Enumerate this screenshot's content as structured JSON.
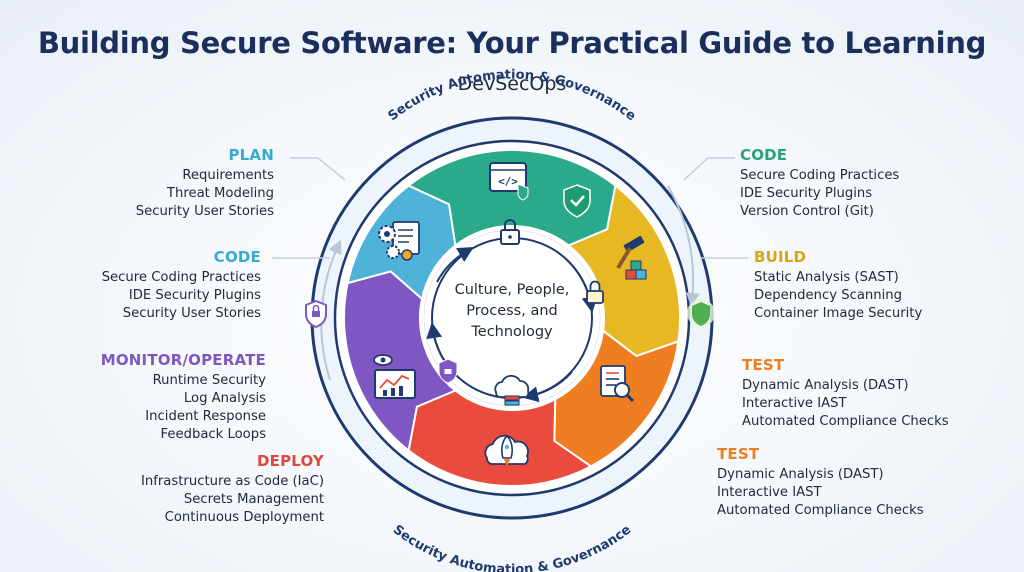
{
  "title": "Building Secure Software: Your Practical Guide to Learning",
  "subtitle": "DevSecOps",
  "ring_label_top": "Security Automation & Governance",
  "ring_label_bottom": "Security Automation & Governance",
  "center_text": [
    "Culture, People,",
    "Process, and",
    "Technology"
  ],
  "icons": [
    "gear-doc-icon",
    "code-window-icon",
    "shield-check-icon",
    "hammer-blocks-icon",
    "magnifier-checklist-icon",
    "rocket-cloud-icon",
    "dashboard-chart-icon",
    "lock-icon",
    "cloud-server-icon",
    "shield-lock-icon"
  ],
  "colors": {
    "plan": "#4fb3d9",
    "code": "#2aaa8a",
    "build": "#e8b824",
    "test": "#ef7d22",
    "deploy": "#e94b3c",
    "monitor": "#7e57c2",
    "title": "#1b2f5c"
  },
  "left_blocks": [
    {
      "heading": "PLAN",
      "color": "#3aa9cf",
      "items": [
        "Requirements",
        "Threat Modeling",
        "Security User Stories"
      ]
    },
    {
      "heading": "CODE",
      "color": "#3aa9cf",
      "items": [
        "Secure Coding Practices",
        "IDE Security Plugins",
        "Security User Stories"
      ]
    },
    {
      "heading": "MONITOR/OPERATE",
      "color": "#7e57c2",
      "items": [
        "Runtime Security",
        "Log Analysis",
        "Incident Response",
        "Feedback Loops"
      ]
    },
    {
      "heading": "DEPLOY",
      "color": "#e0483b",
      "items": [
        "Infrastructure as Code (IaC)",
        "Secrets Management",
        "Continuous Deployment"
      ]
    }
  ],
  "right_blocks": [
    {
      "heading": "CODE",
      "color": "#2aa07f",
      "items": [
        "Secure Coding Practices",
        "IDE Security Plugins",
        "Version Control (Git)"
      ]
    },
    {
      "heading": "BUILD",
      "color": "#d9a514",
      "items": [
        "Static Analysis (SAST)",
        "Dependency Scanning",
        "Container Image Security"
      ]
    },
    {
      "heading": "TEST",
      "color": "#ef7d22",
      "items": [
        "Dynamic Analysis (DAST)",
        "Interactive IAST",
        "Automated Compliance Checks"
      ]
    },
    {
      "heading": "TEST",
      "color": "#ef7d22",
      "items": [
        "Dynamic Analysis (DAST)",
        "Interactive IAST",
        "Automated Compliance Checks"
      ]
    }
  ]
}
